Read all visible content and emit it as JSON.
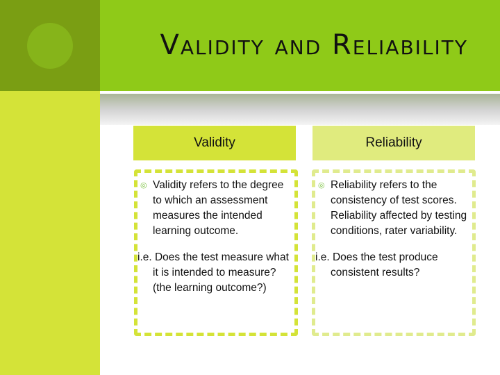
{
  "slide": {
    "title": "Validity and Reliability",
    "colors": {
      "left_top": "#7a9e13",
      "left_bottom": "#d4e338",
      "title_bar": "#8fca18",
      "validity_accent": "#d4e338",
      "reliability_accent": "#e0eb7e",
      "bullet": "#7ec243"
    }
  },
  "columns": [
    {
      "header": "Validity",
      "bullet_icon": "concentric-circle-bullet",
      "bullet_text": "Validity refers to the degree to which an assessment measures the intended learning outcome.",
      "note": "i.e.  Does the test measure what it is intended to measure?  (the learning outcome?)"
    },
    {
      "header": "Reliability",
      "bullet_icon": "concentric-circle-bullet",
      "bullet_text": "Reliability refers to the consistency of test scores. Reliability affected by testing conditions, rater variability.",
      "note": "i.e. Does the test produce consistent results?"
    }
  ]
}
